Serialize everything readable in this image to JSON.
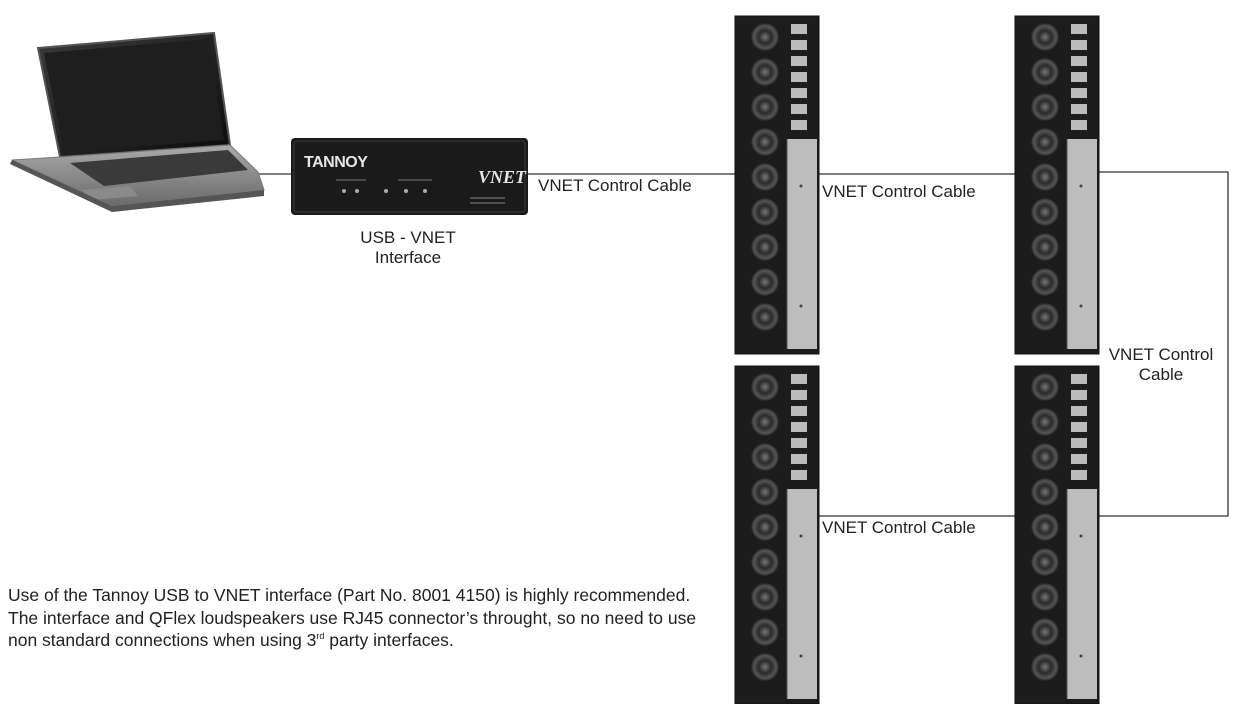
{
  "diagram": {
    "interface_label_line1": "USB - VNET",
    "interface_label_line2": "Interface",
    "interface_brand": "TANNOY",
    "interface_logo": "VNET",
    "cable_label_1": "VNET Control Cable",
    "cable_label_2": "VNET Control Cable",
    "cable_label_3_line1": "VNET Control",
    "cable_label_3_line2": "Cable",
    "cable_label_4": "VNET Control Cable"
  },
  "note": {
    "part1": "Use of the Tannoy USB to VNET interface (Part No. 8001 4150) is highly recommended. The interface and QFlex loudspeakers use RJ45 connector’s throught, so no need to use non standard connections when using 3",
    "superscript": "rd",
    "part2": " party interfaces."
  },
  "colors": {
    "line": "#333333",
    "speaker_body": "#1c1c1c",
    "speaker_panel": "#bdbdbd",
    "interface_box": "#1a1a1a"
  }
}
